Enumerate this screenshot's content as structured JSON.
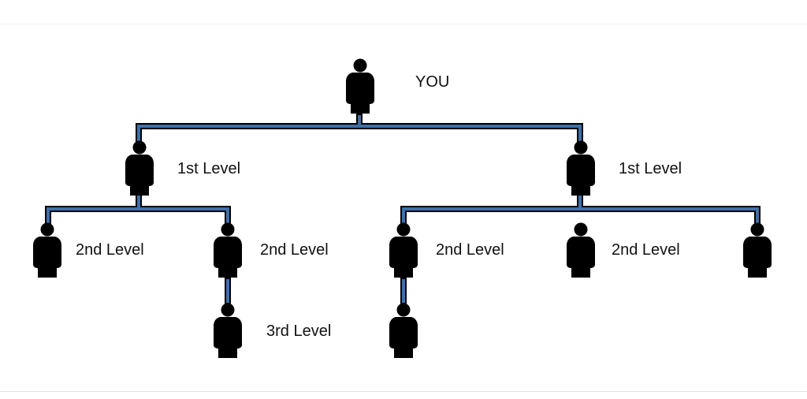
{
  "colors": {
    "connector": "#3f6fa8",
    "connector_outline": "#000000",
    "person": "#000000",
    "background": "#ffffff"
  },
  "icons": {
    "person": "person-icon"
  },
  "nodes": {
    "you": {
      "label": "YOU"
    },
    "level1_left": {
      "label": "1st Level"
    },
    "level1_right": {
      "label": "1st Level"
    },
    "level2_a": {
      "label": "2nd Level"
    },
    "level2_b": {
      "label": "2nd Level"
    },
    "level2_c": {
      "label": "2nd Level"
    },
    "level2_d": {
      "label": "2nd Level"
    },
    "level2_e": {
      "label": ""
    },
    "level3_a": {
      "label": "3rd Level"
    },
    "level3_b": {
      "label": ""
    }
  }
}
